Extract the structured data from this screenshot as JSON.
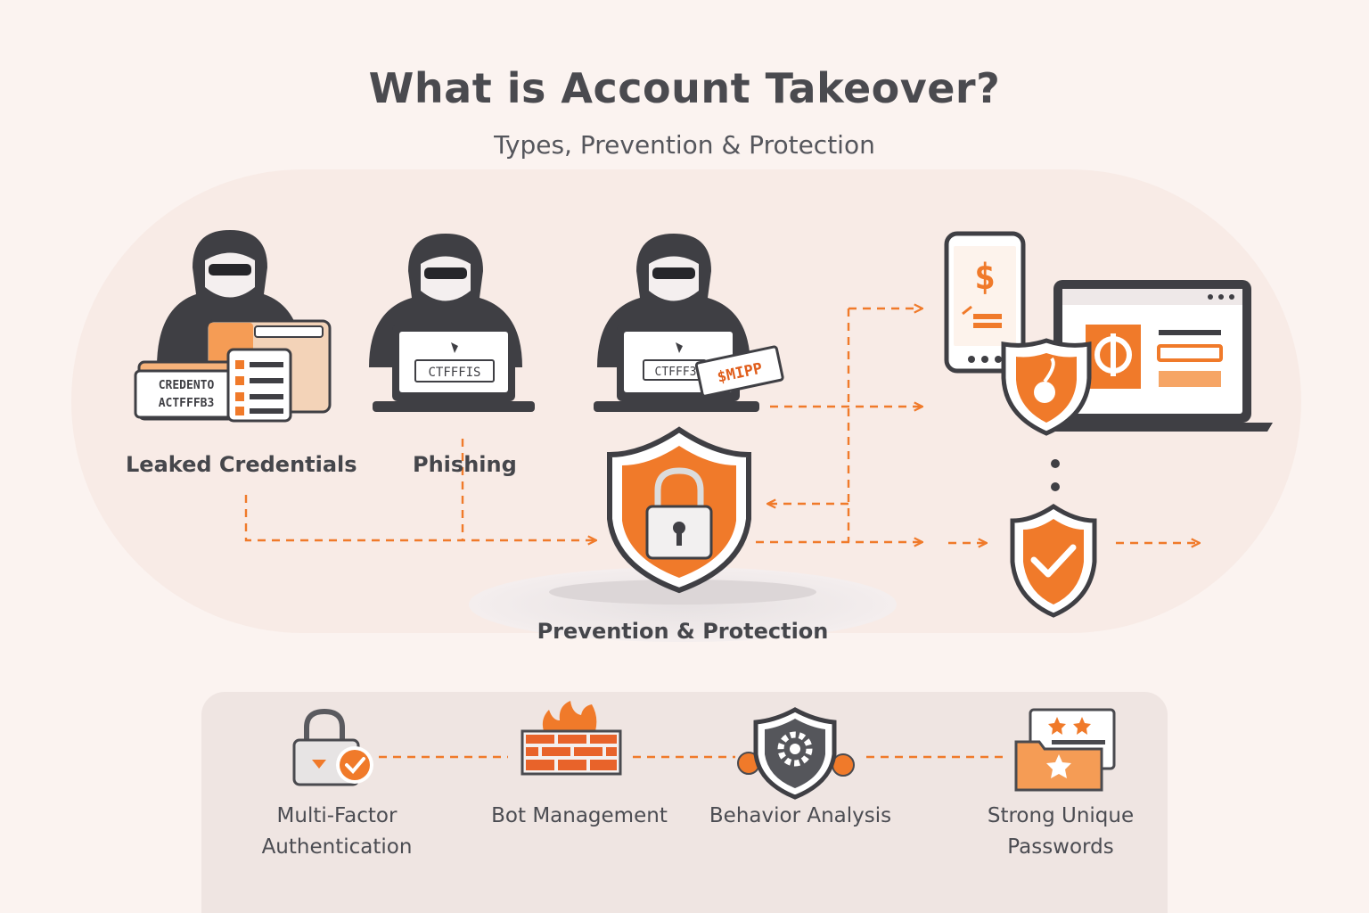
{
  "title": "What is Account Takeover?",
  "subtitle": "Types, Prevention & Protection",
  "threats": {
    "leaked_credentials": {
      "label": "Leaked Credentials",
      "card_line1": "CREDENTO",
      "card_line2": "ACTFFFB3"
    },
    "phishing": {
      "label": "Phishing",
      "screen_text": "CTFFFIS"
    },
    "third_hacker": {
      "screen_text": "CTFFF3",
      "tag_text": "$MIPP"
    }
  },
  "center": {
    "label": "Prevention & Protection"
  },
  "devices": {
    "phone_symbol": "$"
  },
  "methods": {
    "mfa": {
      "line1": "Multi-Factor",
      "line2": "Authentication"
    },
    "bot": {
      "line1": "Bot Management"
    },
    "behavior": {
      "line1": "Behavior Analysis"
    },
    "passwords": {
      "line1": "Strong Unique",
      "line2": "Passwords"
    }
  },
  "colors": {
    "accent": "#f07a2a",
    "accent_dark": "#e05e1c",
    "dark": "#3f3f44",
    "background": "#fbf3f0"
  }
}
